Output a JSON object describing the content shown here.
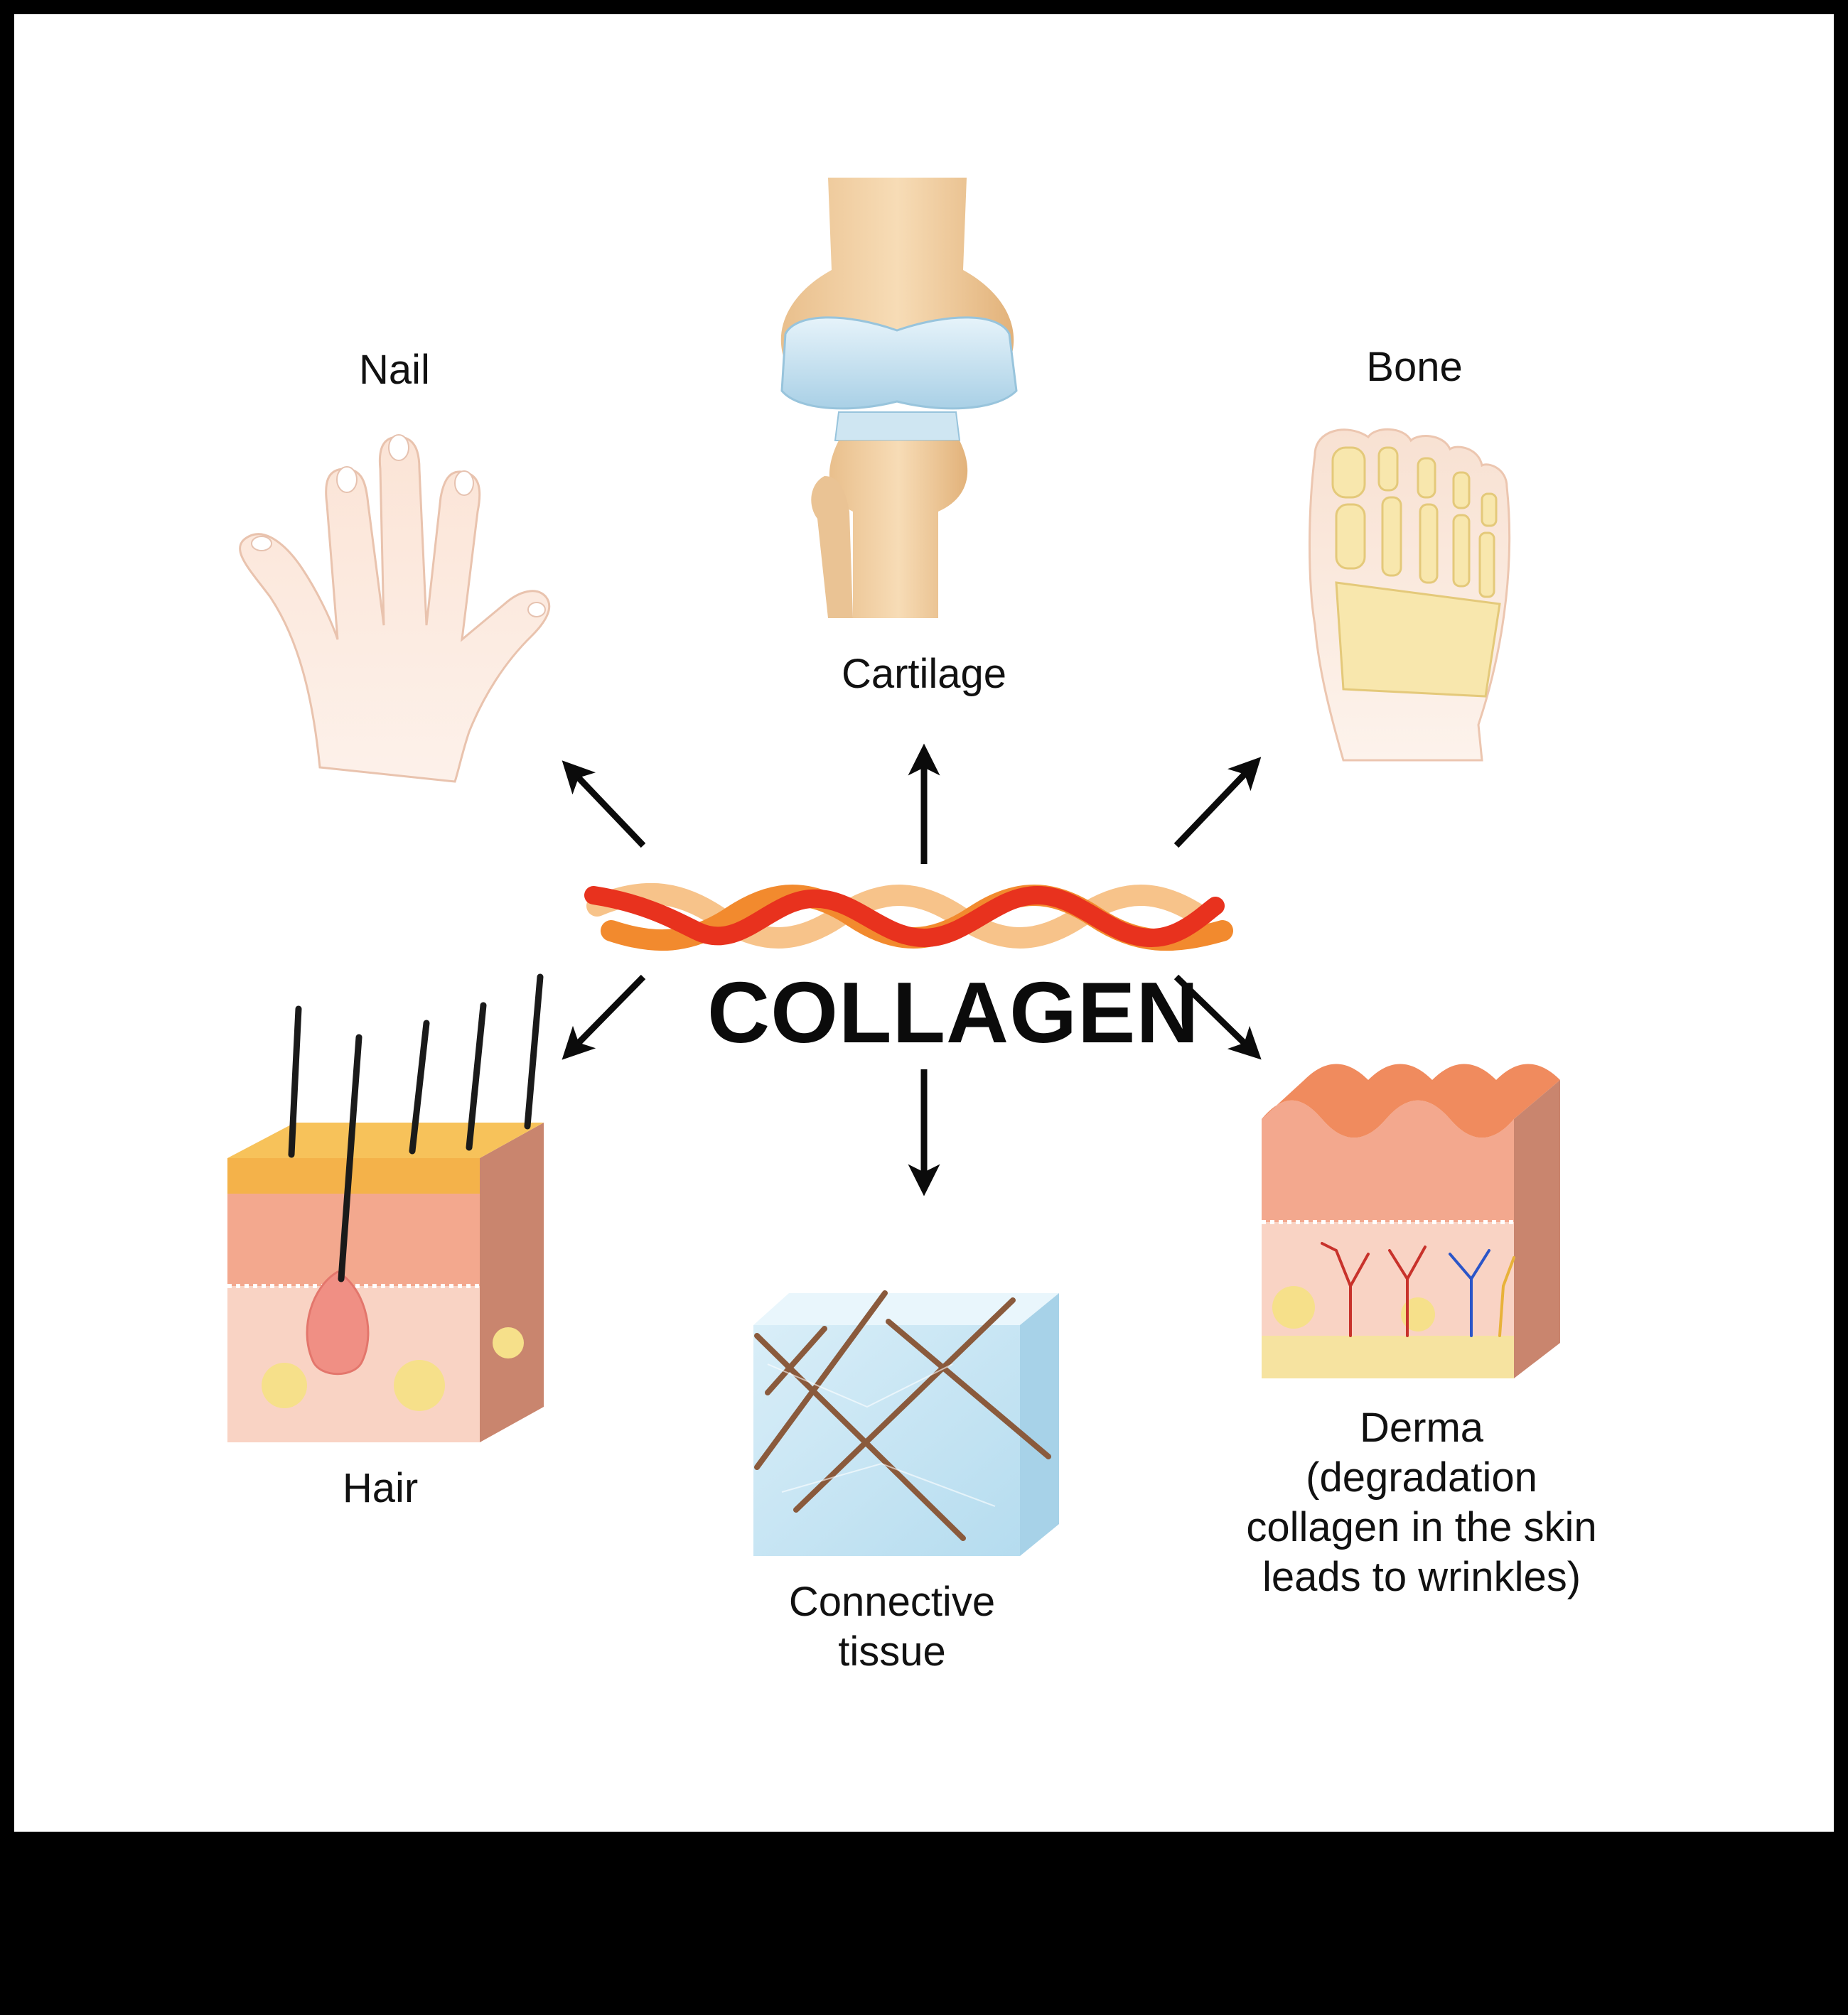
{
  "diagram": {
    "center_label": "COLLAGEN",
    "labels": {
      "nail": "Nail",
      "cartilage": "Cartilage",
      "bone": "Bone",
      "hair": "Hair",
      "connective_tissue": [
        "Connective",
        "tissue"
      ],
      "derma": [
        "Derma",
        "(degradation",
        "collagen in the skin",
        "leads to wrinkles)"
      ]
    }
  },
  "colors": {
    "frame": "#000000",
    "background": "#ffffff",
    "strand_red": "#e8321e",
    "strand_orange": "#f28a2e",
    "strand_light": "#f7c38a",
    "skin": "#f3a88e",
    "skin_pale": "#f9d3c4",
    "fat": "#f6e08a",
    "tissue_blue": "#bfe3f3",
    "fiber_brown": "#8a5a3c",
    "bone_beige": "#f2cfa3",
    "cartilage_blue": "#cfe6f2"
  }
}
